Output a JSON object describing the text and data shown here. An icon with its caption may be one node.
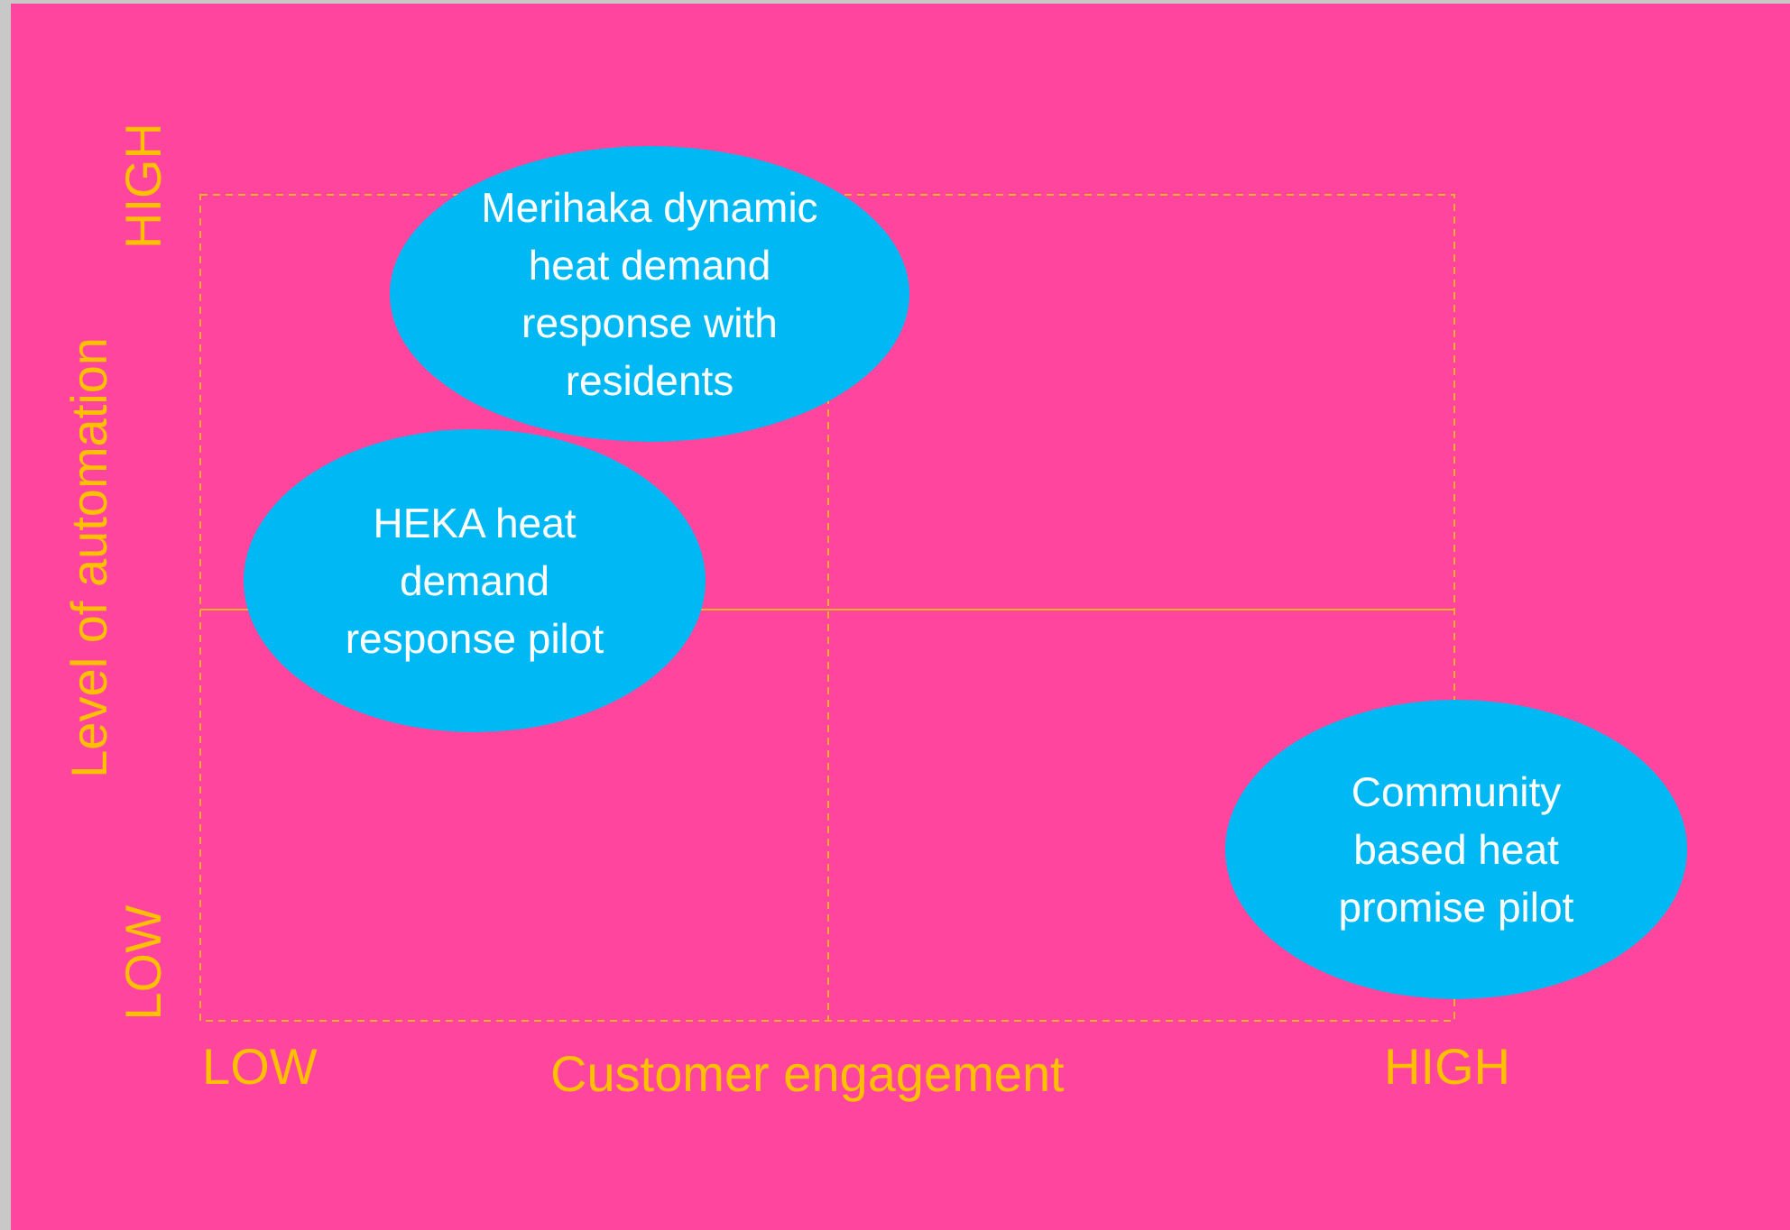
{
  "diagram": {
    "nodes": [
      {
        "text": [
          "Merihaka dynamic heat demand response with residents"
        ]
      },
      {
        "text": [
          "HEKA heat demand response pilot"
        ]
      },
      {
        "text": [
          "Community based heat promise pilot"
        ]
      }
    ],
    "labels": [
      "HIGH",
      "Level of automation",
      "LOW",
      "LOW",
      "Customer engagement",
      "HIGH"
    ]
  }
}
